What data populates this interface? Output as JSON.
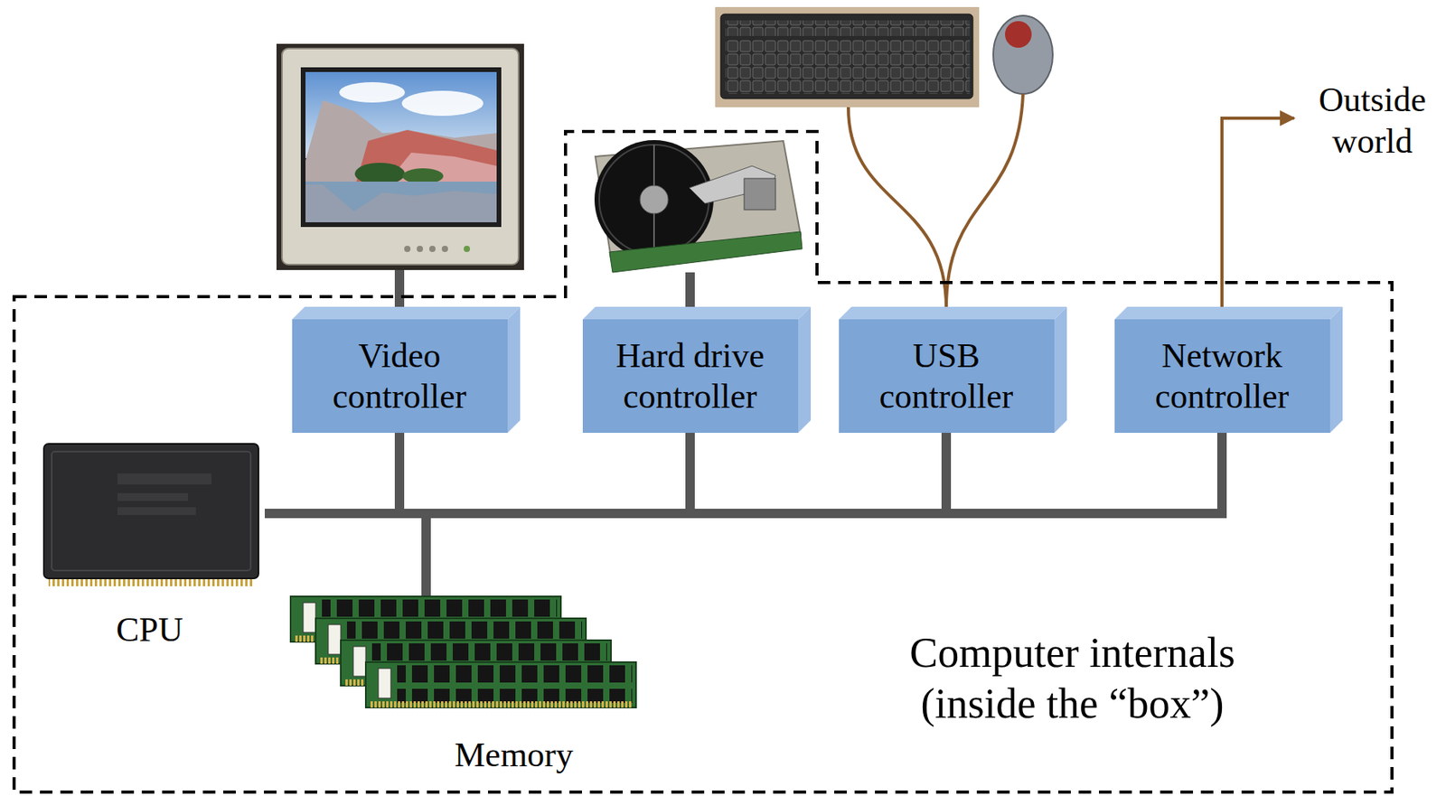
{
  "diagram": {
    "nodes": [
      {
        "text": [
          "Computer internals (inside the “box”)"
        ]
      },
      {
        "text": [
          "Video controller"
        ],
        "in": 0
      },
      {
        "text": [
          "Hard drive controller"
        ],
        "in": 0
      },
      {
        "text": [
          "USB controller"
        ],
        "in": 0
      },
      {
        "text": [
          "Network controller"
        ],
        "in": 0
      }
    ],
    "labels": [
      "Outside world",
      "CPU",
      "Memory"
    ]
  }
}
